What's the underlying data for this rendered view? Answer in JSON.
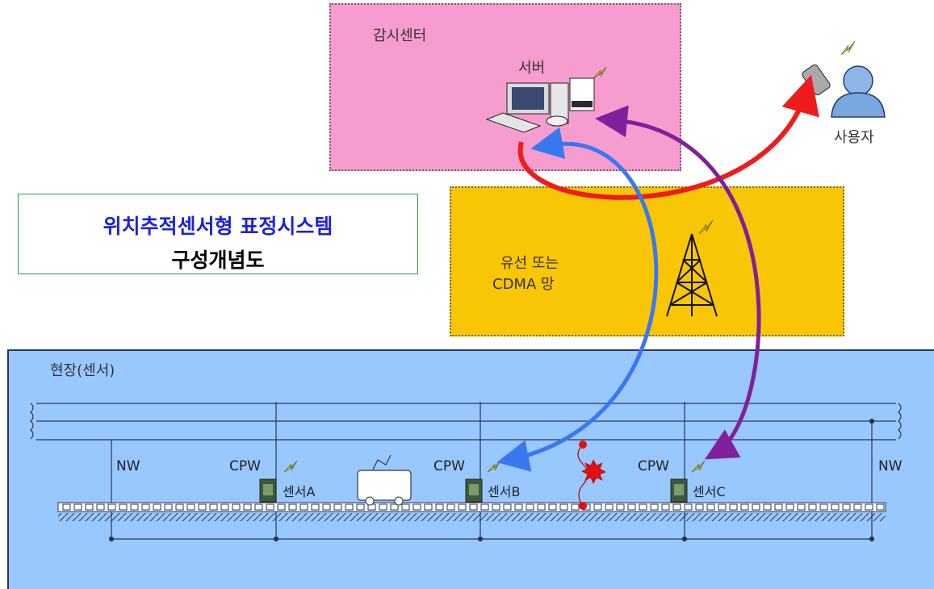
{
  "title": {
    "line1": "위치추적센서형 표정시스템",
    "line2": "구성개념도"
  },
  "monitoring_center": {
    "label": "감시센터",
    "server_label": "서버"
  },
  "user": {
    "label": "사용자"
  },
  "network": {
    "label_line1": "유선 또는",
    "label_line2": "CDMA 망"
  },
  "field": {
    "label": "현장(센서)",
    "nw_left": "NW",
    "nw_right": "NW",
    "cpw_a": "CPW",
    "cpw_b": "CPW",
    "cpw_c": "CPW",
    "sensor_a": "센서A",
    "sensor_b": "센서B",
    "sensor_c": "센서C"
  },
  "colors": {
    "monitoring_center_bg": "#f79ccf",
    "network_bg": "#f9c606",
    "field_bg": "#99c8ff",
    "red_link": "#ee1c1c",
    "blue_link": "#3a78f0",
    "purple_link": "#80209a",
    "title_blue": "#1c24d6"
  },
  "icons": {
    "server": "computer-server-icon",
    "user": "user-with-phone-icon",
    "tower": "radio-tower-icon",
    "signal": "lightning-signal-icon",
    "fault": "fault-spark-icon",
    "vehicle": "rail-vehicle-icon"
  }
}
